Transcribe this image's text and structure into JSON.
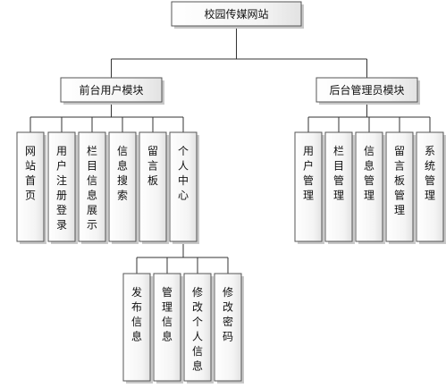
{
  "root": {
    "id": "root",
    "label": "校园传媒网站"
  },
  "modules": [
    {
      "id": "front",
      "label": "前台用户模块",
      "children": [
        {
          "id": "f1",
          "label": "网站首页"
        },
        {
          "id": "f2",
          "label": "用户注册登录"
        },
        {
          "id": "f3",
          "label": "栏目信息展示"
        },
        {
          "id": "f4",
          "label": "信息搜索"
        },
        {
          "id": "f5",
          "label": "留言板"
        },
        {
          "id": "f6",
          "label": "个人中心",
          "children": [
            {
              "id": "p1",
              "label": "发布信息"
            },
            {
              "id": "p2",
              "label": "管理信息"
            },
            {
              "id": "p3",
              "label": "修改个人信息"
            },
            {
              "id": "p4",
              "label": "修改密码"
            }
          ]
        }
      ]
    },
    {
      "id": "back",
      "label": "后台管理员模块",
      "children": [
        {
          "id": "b1",
          "label": "用户管理"
        },
        {
          "id": "b2",
          "label": "栏目管理"
        },
        {
          "id": "b3",
          "label": "信息管理"
        },
        {
          "id": "b4",
          "label": "留言板管理"
        },
        {
          "id": "b5",
          "label": "系统管理"
        }
      ]
    }
  ]
}
